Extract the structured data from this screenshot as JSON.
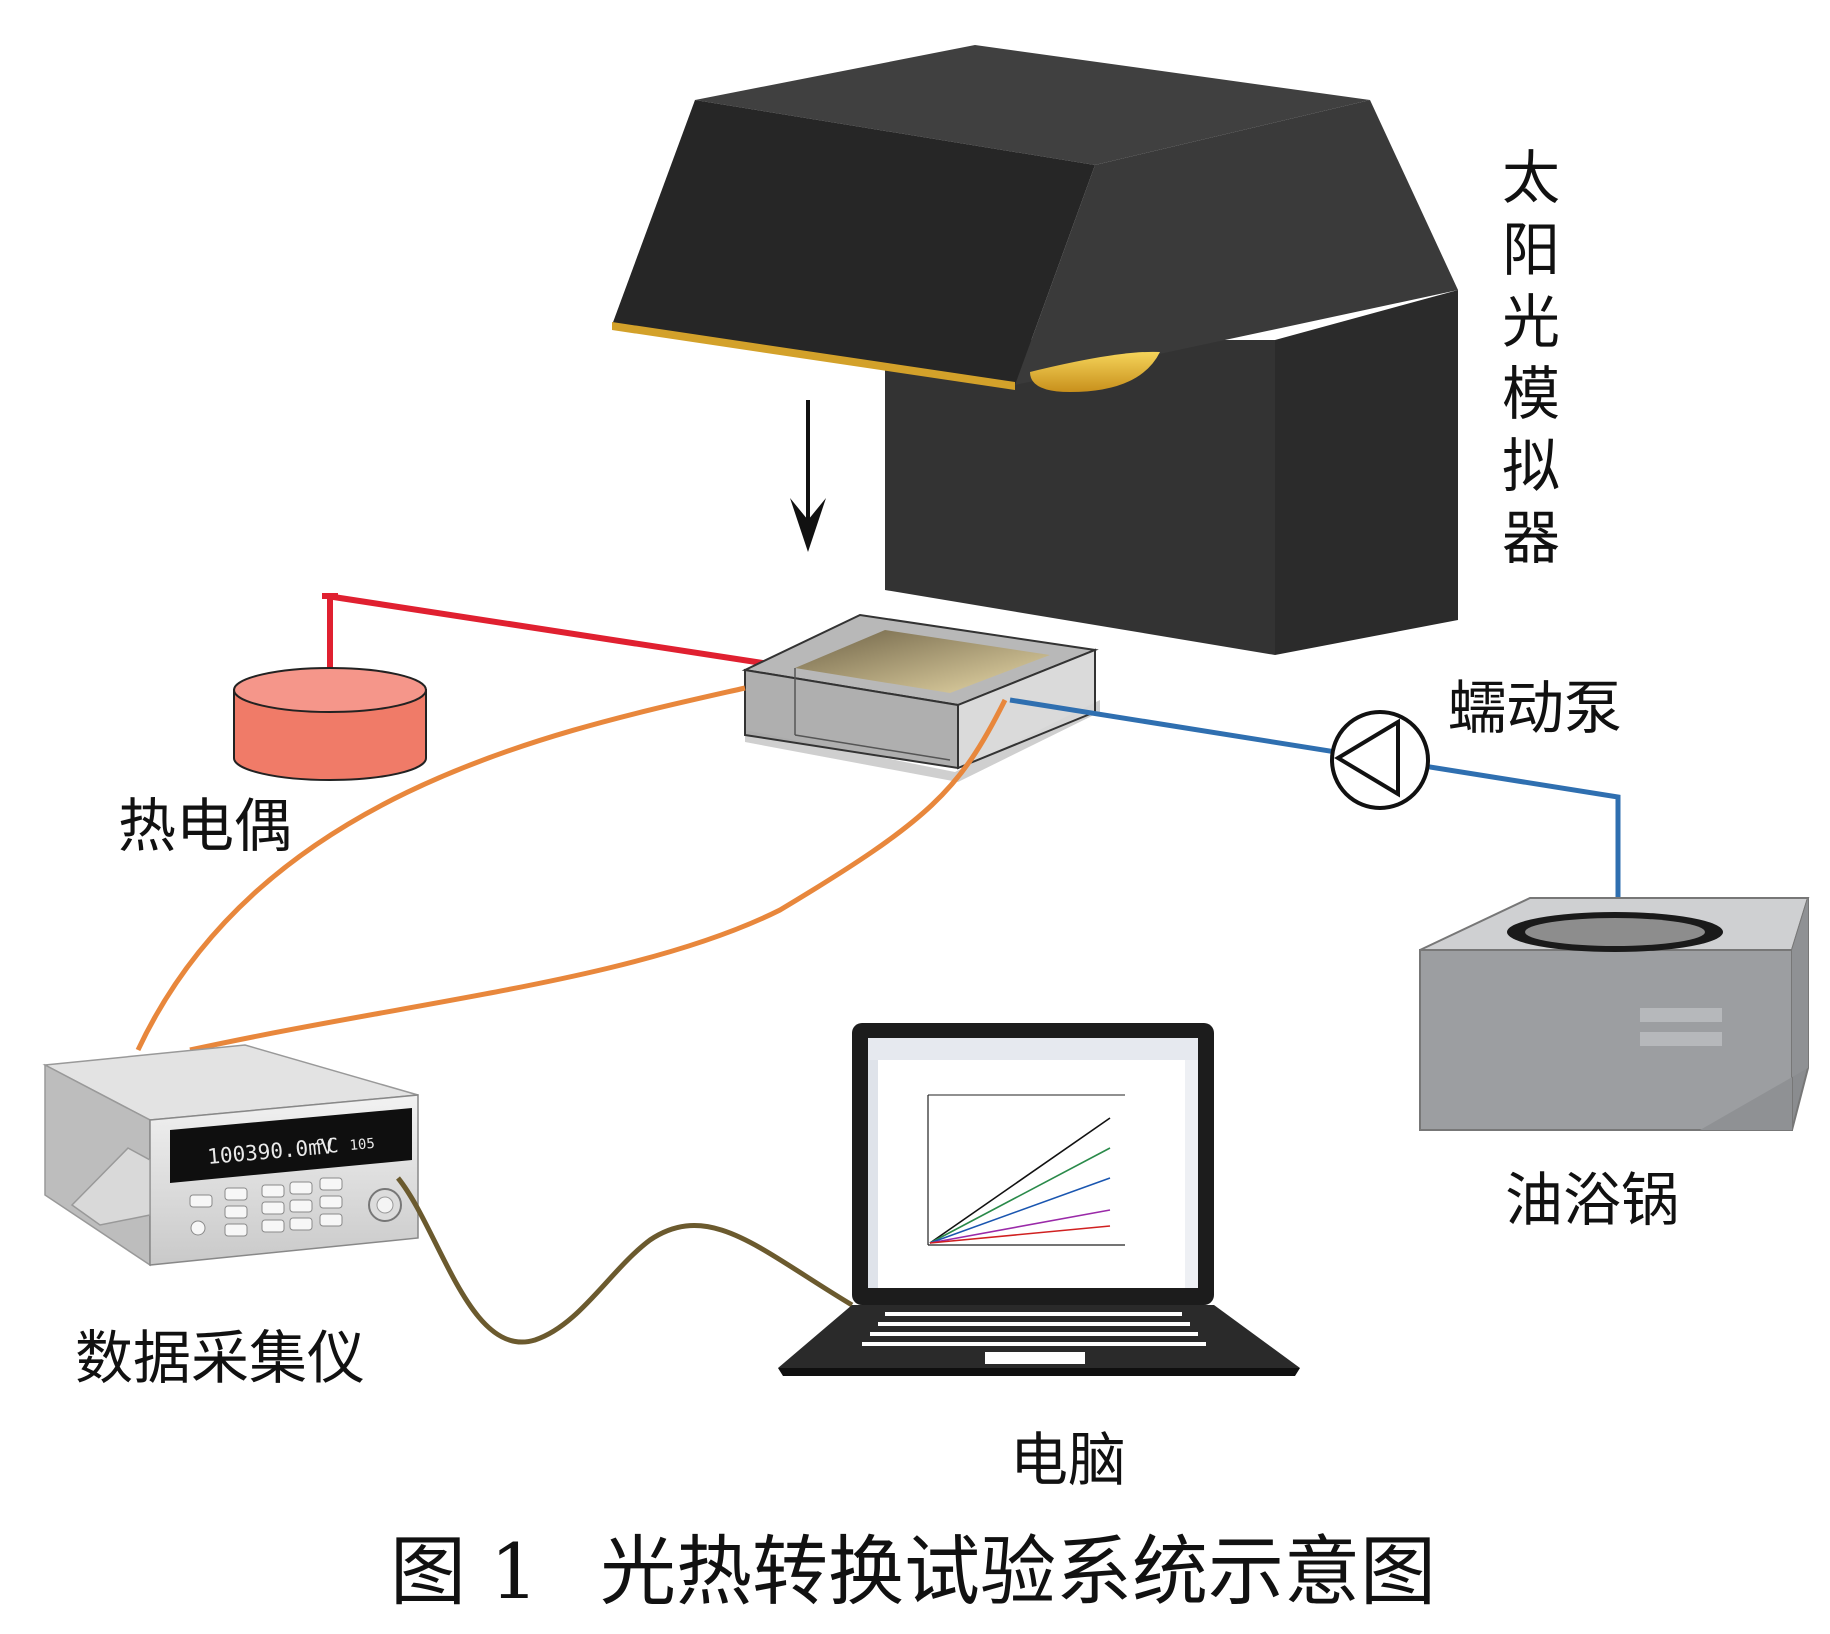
{
  "labels": {
    "simulator": "太阳光模拟器",
    "pump": "蠕动泵",
    "thermocouple": "热电偶",
    "oil_bath": "油浴锅",
    "data_logger": "数据采集仪",
    "computer": "电脑"
  },
  "caption": {
    "figure_number": "图 1",
    "title": "光热转换试验系统示意图"
  },
  "logger_display": {
    "reading": "100390.0mV",
    "unit": "°C",
    "channel": "105"
  },
  "colors": {
    "simulator": "#333333",
    "simulator_lens": "#e8b62c",
    "thermocouple_wire": "#e02030",
    "thermocouple_body": "#f07b68",
    "signal_wire": "#e8873c",
    "flow_pipe": "#2f6fb0",
    "usb_cable": "#6b5a2e",
    "oil_bath_body": "#9c9ea1"
  }
}
